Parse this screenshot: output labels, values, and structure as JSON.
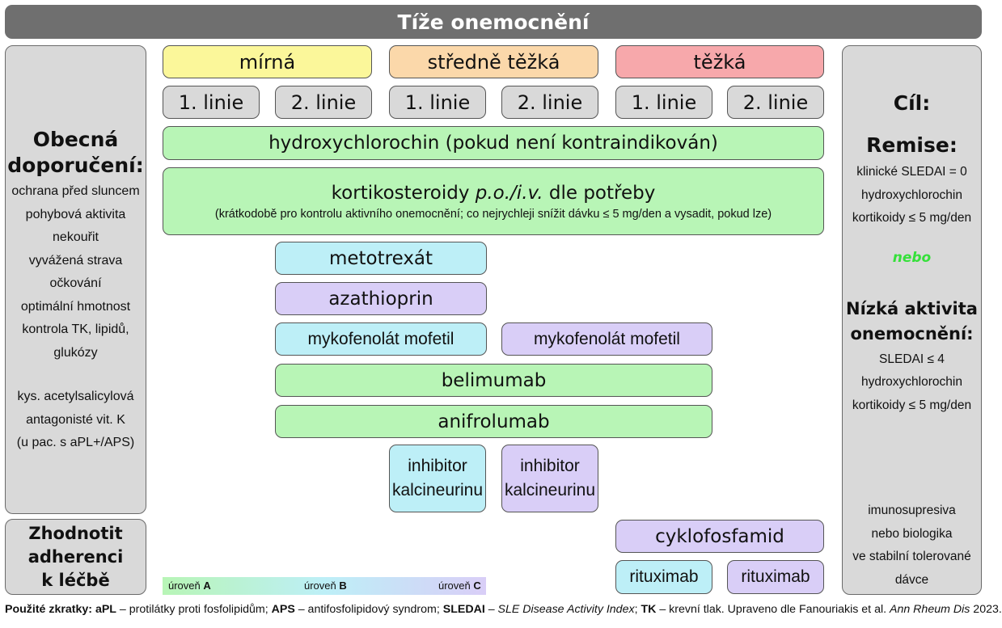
{
  "header": {
    "title": "Tíže onemocnění"
  },
  "severity": [
    {
      "label": "mírná",
      "color": "#fbf79a"
    },
    {
      "label": "středně těžká",
      "color": "#fbd8aa"
    },
    {
      "label": "těžká",
      "color": "#f7a8ab"
    }
  ],
  "lines": [
    "1. linie",
    "2. linie",
    "1. linie",
    "2. linie",
    "1. linie",
    "2. linie"
  ],
  "left": {
    "title_1": "Obecná",
    "title_2": "doporučení:",
    "items": [
      "ochrana před sluncem",
      "pohybová aktivita",
      "nekouřit",
      "vyvážená strava",
      "očkování",
      "optimální hmotnost",
      "kontrola TK, lipidů,",
      "glukózy"
    ],
    "items2": [
      "kys. acetylsalicylová",
      "antagonisté vit. K",
      "(u pac. s  aPL+/APS)"
    ],
    "adherence_1": "Zhodnotit",
    "adherence_2": "adherenci",
    "adherence_3": "k léčbě"
  },
  "drugs": {
    "hcq": "hydroxychlorochin (pokud není kontraindikován)",
    "cs_prefix": "kortikosteroidy ",
    "cs_italic": "p.o./i.v.",
    "cs_suffix": " dle potřeby",
    "cs_note": "(krátkodobě pro kontrolu aktivního onemocnění; co nejrychleji snížit dávku ≤ 5 mg/den a vysadit, pokud lze)",
    "mtx": "metotrexát",
    "aza": "azathioprin",
    "mmf_a": "mykofenolát mofetil",
    "mmf_b": "mykofenolát mofetil",
    "belimumab": "belimumab",
    "anifrolumab": "anifrolumab",
    "cni_a_1": "inhibitor",
    "cni_a_2": "kalcineurinu",
    "cni_b_1": "inhibitor",
    "cni_b_2": "kalcineurinu",
    "cyc": "cyklofosfamid",
    "rtx_a": "rituximab",
    "rtx_b": "rituximab"
  },
  "legend": {
    "a_prefix": "úroveň ",
    "a": "A",
    "b_prefix": "úroveň ",
    "b": "B",
    "c_prefix": "úroveň ",
    "c": "C"
  },
  "right": {
    "goal": "Cíl:",
    "remission": "Remise:",
    "remission_items": [
      "klinické SLEDAI = 0",
      "hydroxychlorochin",
      "kortikoidy ≤ 5 mg/den"
    ],
    "or": "nebo",
    "low_1": "Nízká aktivita",
    "low_2": "onemocnění:",
    "low_items": [
      "SLEDAI ≤ 4",
      "hydroxychlorochin",
      "kortikoidy ≤ 5 mg/den"
    ],
    "immuno": [
      "imunosupresiva",
      "nebo biologika",
      "ve stabilní tolerované",
      "dávce"
    ]
  },
  "footer": {
    "b1": "Použité zkratky: aPL",
    "t1": " – protilátky proti fosfolipidům; ",
    "b2": "APS",
    "t2": " – antifosfolipidový syndrom; ",
    "b3": "SLEDAI",
    "t3": " – ",
    "i1": "SLE Disease Activity Index",
    "t4": "; ",
    "b4": "TK",
    "t5": " – krevní tlak. Upraveno dle Fanouriakis et al. ",
    "i2": "Ann Rheum Dis",
    "t6": " 2023."
  }
}
